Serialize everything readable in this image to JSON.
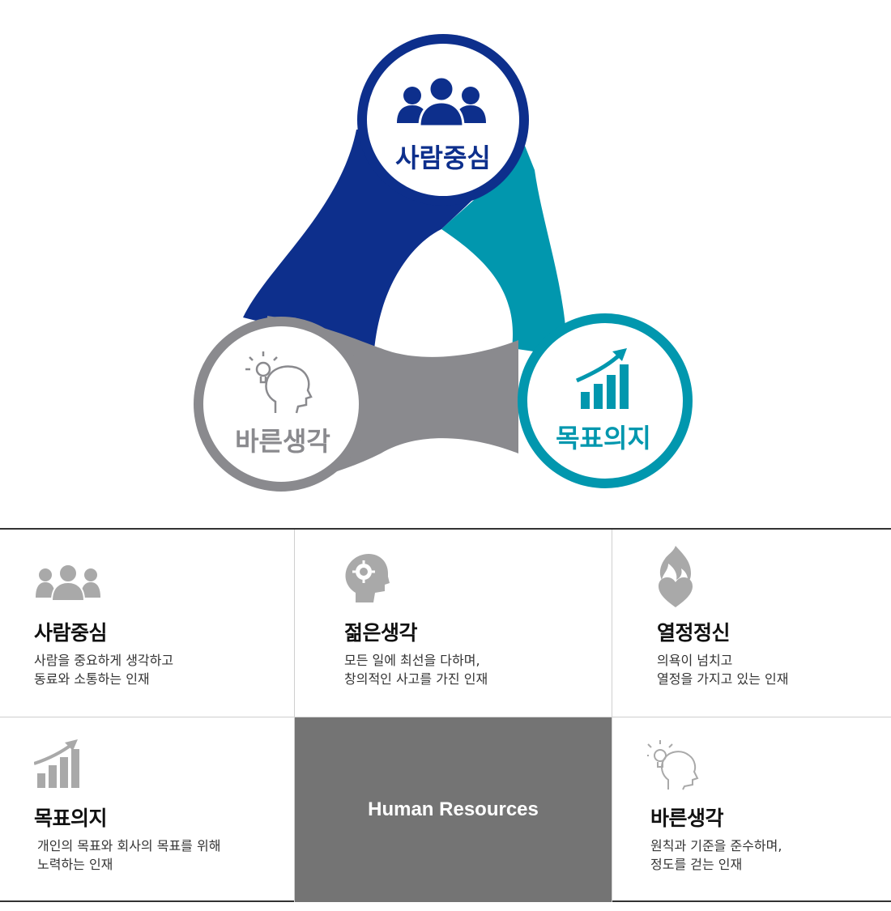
{
  "diagram": {
    "nodes": [
      {
        "key": "top",
        "label": "사람중심",
        "icon": "people-icon",
        "color": "#0d2f8c"
      },
      {
        "key": "right",
        "label": "목표의지",
        "icon": "growth-chart-icon",
        "color": "#0197ae"
      },
      {
        "key": "left",
        "label": "바른생각",
        "icon": "thinking-head-icon",
        "color": "#8a8a8e"
      }
    ]
  },
  "cards": [
    {
      "title": "사람중심",
      "icon": "people-icon",
      "lines": [
        "사람을 중요하게 생각하고",
        "동료와 소통하는 인재"
      ]
    },
    {
      "title": "젊은생각",
      "icon": "gear-head-icon",
      "lines": [
        "모든 일에 최선을 다하며,",
        "창의적인 사고를 가진 인재"
      ]
    },
    {
      "title": "열정정신",
      "icon": "flame-heart-icon",
      "lines": [
        "의욕이 넘치고",
        "열정을 가지고 있는 인재"
      ]
    },
    {
      "title": "목표의지",
      "icon": "growth-chart-icon",
      "lines": [
        "개인의 목표와 회사의 목표를 위해",
        "노력하는 인재"
      ]
    },
    {
      "title": "바른생각",
      "icon": "thinking-head-icon",
      "lines": [
        "원칙과 기준을 준수하며,",
        "정도를 걷는 인재"
      ]
    }
  ],
  "center": {
    "label": "Human Resources"
  },
  "colors": {
    "navy": "#0d2f8c",
    "teal": "#0197ae",
    "gray": "#8a8a8e",
    "icon_gray": "#a9a9a9",
    "center_bg": "#747474"
  }
}
